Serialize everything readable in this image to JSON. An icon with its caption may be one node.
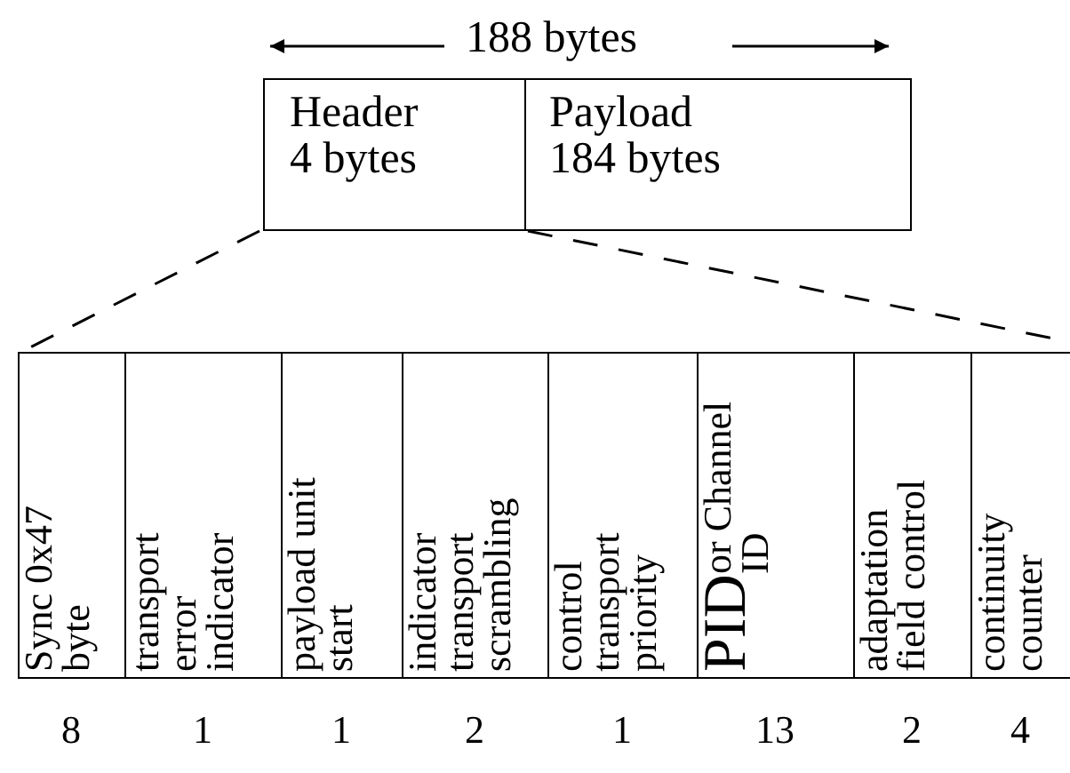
{
  "diagram": {
    "nodes": [
      {
        "text": [
          "Header 4 bytes"
        ]
      },
      {
        "text": [
          "Payload 184 bytes"
        ]
      },
      {
        "text": [
          "Sync 0x47 byte"
        ],
        "beside": [
          "8"
        ]
      },
      {
        "text": [
          "transport error indicator"
        ],
        "beside": [
          "1"
        ]
      },
      {
        "text": [
          "payload unit start"
        ],
        "beside": [
          "1"
        ]
      },
      {
        "text": [
          "indicator transport scrambling"
        ],
        "beside": [
          "2"
        ]
      },
      {
        "text": [
          "control transport priority"
        ],
        "beside": [
          "1"
        ]
      },
      {
        "text": [
          "PID",
          "or Channel ID"
        ],
        "beside": [
          "13"
        ]
      },
      {
        "text": [
          "adaptation field control"
        ],
        "beside": [
          "2"
        ]
      },
      {
        "text": [
          "continuity counter"
        ],
        "beside": [
          "4"
        ]
      }
    ],
    "labels": [
      "188 bytes"
    ]
  }
}
